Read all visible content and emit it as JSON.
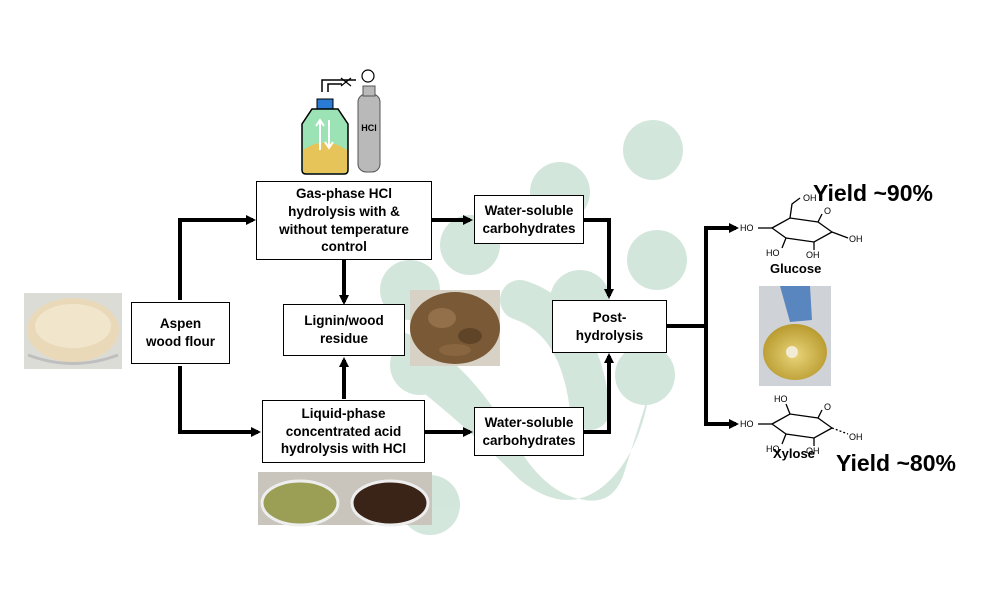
{
  "boxes": {
    "aspen": "Aspen\nwood flour",
    "gas_phase": "Gas-phase HCl\nhydrolysis with &\nwithout temperature\ncontrol",
    "lignin": "Lignin/wood\nresidue",
    "liquid_phase": "Liquid-phase\nconcentrated acid\nhydrolysis with HCl",
    "wsc_top": "Water-soluble\ncarbohydrates",
    "wsc_bottom": "Water-soluble\ncarbohydrates",
    "post": "Post-\nhydrolysis"
  },
  "products": {
    "glucose": {
      "name": "Glucose",
      "yield": "Yield ~90%"
    },
    "xylose": {
      "name": "Xylose",
      "yield": "Yield ~80%"
    }
  },
  "labels": {
    "hcl_cylinder": "HCl",
    "oh": "OH",
    "ho": "HO",
    "o": "O"
  },
  "colors": {
    "watermark": "#cfe4d8",
    "gas_bubbles": "#9be3b5",
    "wood_flour": "#e9d9b8",
    "wood_chips": "#7a5a36",
    "flask_liquid": "#d9c35a",
    "arrow": "#000000"
  }
}
